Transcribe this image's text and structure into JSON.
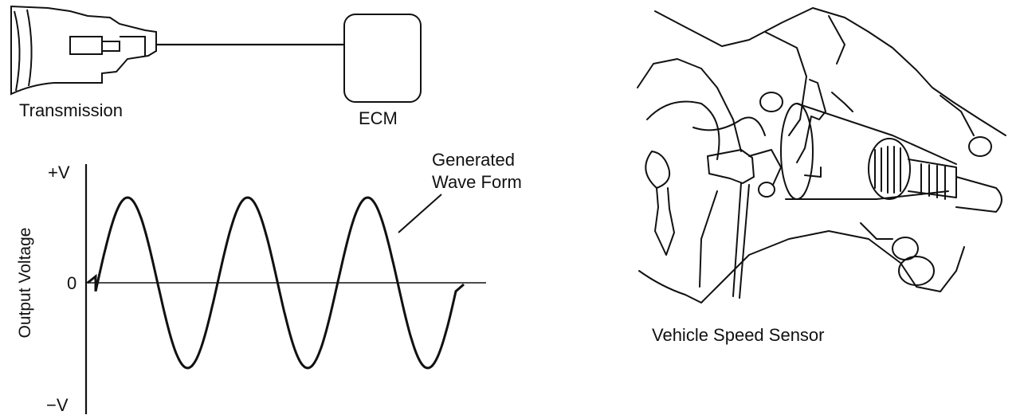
{
  "schematic": {
    "transmission_label": "Transmission",
    "ecm_label": "ECM"
  },
  "waveform": {
    "ylabel": "Output Voltage",
    "tick_top": "+V",
    "tick_zero": "0",
    "tick_bottom": "−V",
    "annotation": "Generated Wave Form",
    "cycles": 3
  },
  "illustration": {
    "sensor_label": "Vehicle Speed Sensor"
  }
}
